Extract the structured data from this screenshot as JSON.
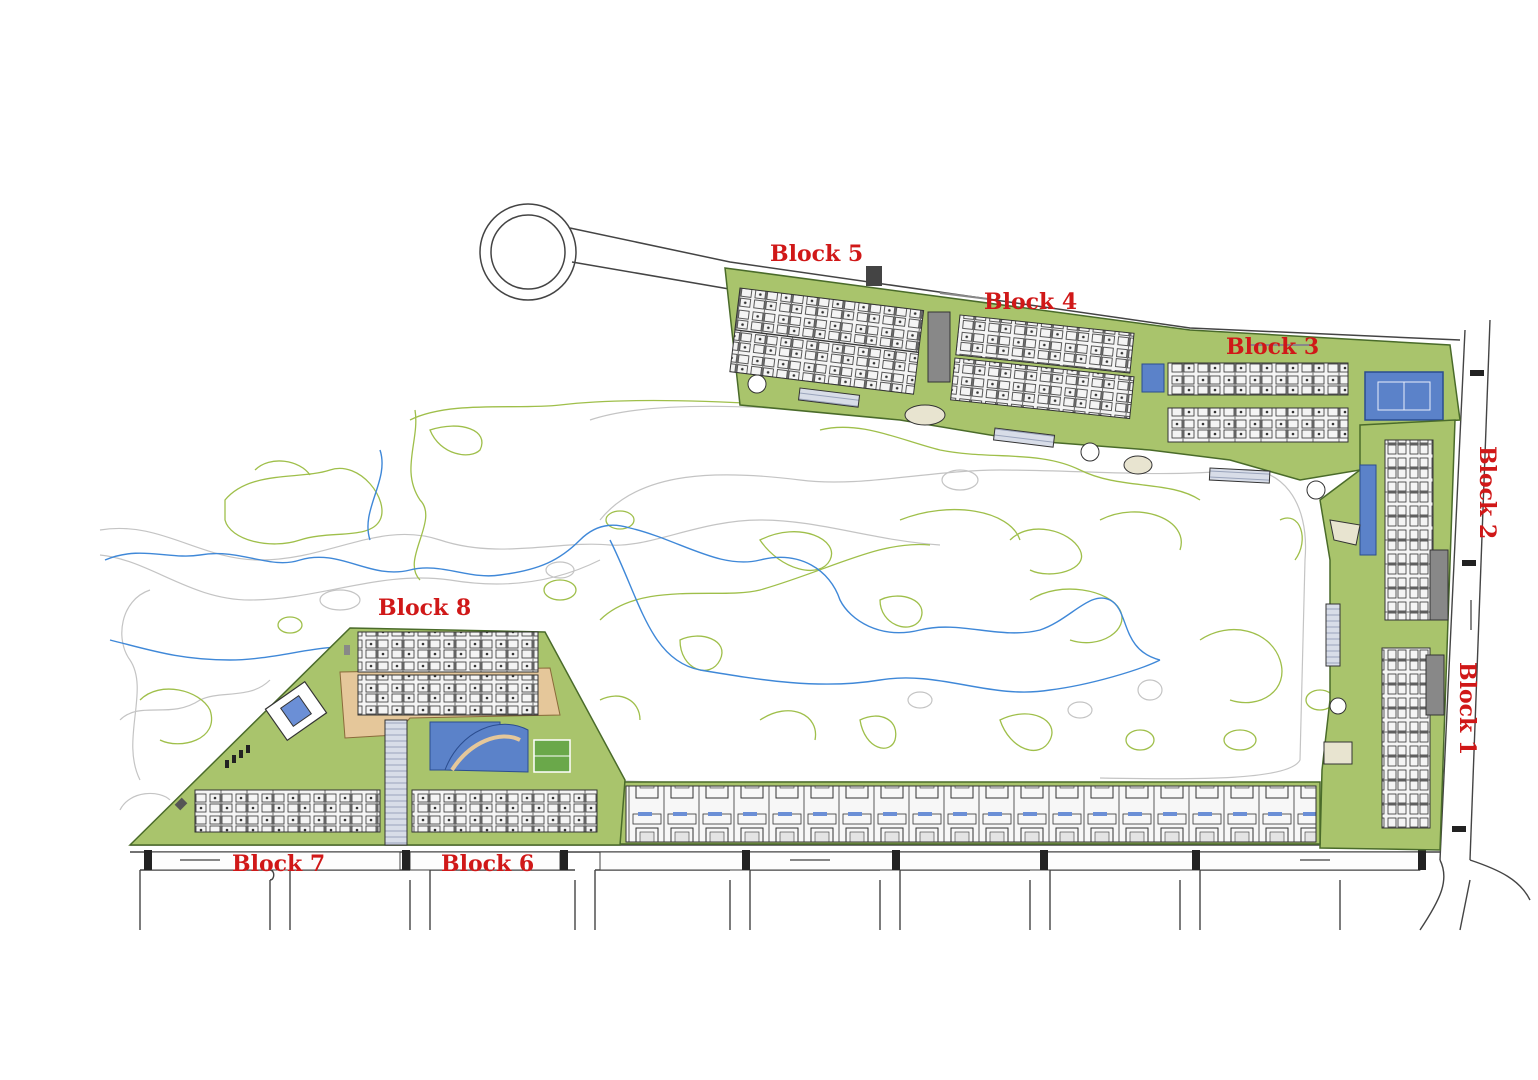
{
  "blocks": [
    {
      "id": "block-5",
      "label": "Block 5"
    },
    {
      "id": "block-4",
      "label": "Block 4"
    },
    {
      "id": "block-3",
      "label": "Block 3"
    },
    {
      "id": "block-2",
      "label": "Block 2"
    },
    {
      "id": "block-1",
      "label": "Block 1"
    },
    {
      "id": "block-8",
      "label": "Block 8"
    },
    {
      "id": "block-7",
      "label": "Block 7"
    },
    {
      "id": "block-6",
      "label": "Block 6"
    }
  ],
  "colors": {
    "label": "#d01818",
    "green_area": "#a9c46c",
    "pool": "#5b82c9",
    "tennis_court": "#5b82c9",
    "water_line": "#3f88d8",
    "vegetation_line": "#9fbf4a",
    "road_line": "#444444",
    "terrain_line": "#bfbfbf"
  }
}
